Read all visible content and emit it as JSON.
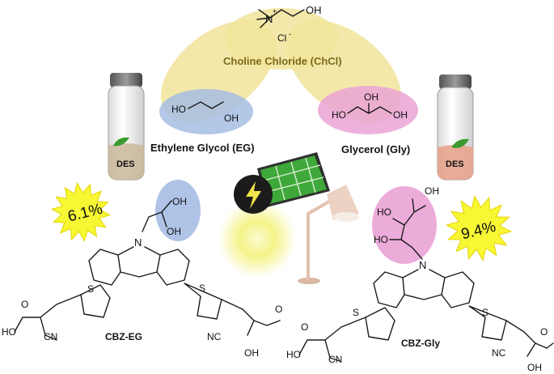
{
  "reagents": {
    "choline_label": "Choline Chloride (ChCl)",
    "eg_label": "Ethylene Glycol (EG)",
    "gly_label": "Glycerol (Gly)"
  },
  "atoms": {
    "oh": "OH",
    "ho": "HO",
    "n": "N",
    "n_plus": "+",
    "cl": "Cl",
    "cl_minus": "-",
    "s": "S",
    "cn": "CN",
    "nc": "NC",
    "o": "O"
  },
  "vials": {
    "left_label": "DES",
    "right_label": "DES"
  },
  "efficiencies": {
    "left": "6.1%",
    "right": "9.4%"
  },
  "dyes": {
    "left_name": "CBZ-EG",
    "right_name": "CBZ-Gly"
  },
  "colors": {
    "choline_ellipse": "#f1e49a",
    "eg_ellipse": "#a6bde3",
    "gly_ellipse": "#eaa3d6",
    "starburst": "#f7f733",
    "sun_glow": "#f4f38a",
    "panel_green": "#3ea83a",
    "lamp": "#e9c9b8",
    "bond": "#1a1a1a"
  },
  "icons": [
    "solar-panel-icon",
    "lightning-bolt-icon",
    "desk-lamp-icon",
    "leaf-icon",
    "vial-icon",
    "sun-glow-icon"
  ]
}
